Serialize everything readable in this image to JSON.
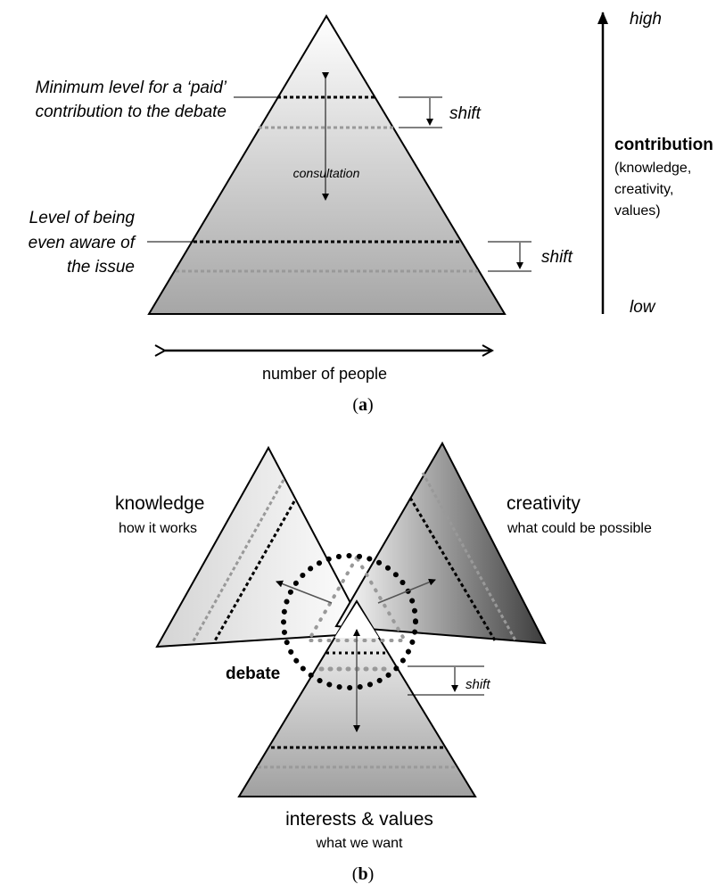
{
  "panel_a": {
    "label_min_line1": "Minimum level for a ‘paid’",
    "label_min_line2": "contribution to the debate",
    "label_aware_line1": "Level of being",
    "label_aware_line2": "even aware of",
    "label_aware_line3": "the issue",
    "consultation": "consultation",
    "shift_top": "shift",
    "shift_bottom": "shift",
    "axis_high": "high",
    "axis_low": "low",
    "contribution_title": "contribution",
    "contribution_line1": "(knowledge,",
    "contribution_line2": "creativity,",
    "contribution_line3": "values)",
    "x_label": "number of people",
    "caption": "a"
  },
  "panel_b": {
    "knowledge_title": "knowledge",
    "knowledge_sub": "how it works",
    "creativity_title": "creativity",
    "creativity_sub": "what could be possible",
    "debate": "debate",
    "shift": "shift",
    "interests_title": "interests & values",
    "interests_sub": "what we want",
    "caption": "b"
  }
}
